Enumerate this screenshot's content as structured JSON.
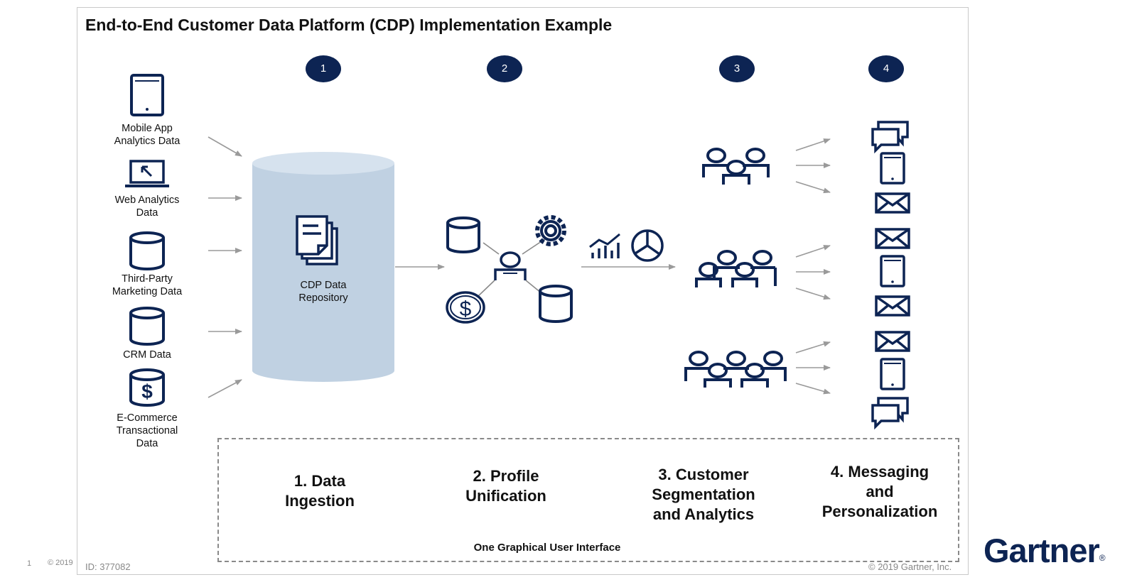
{
  "title": "End-to-End Customer Data Platform (CDP) Implementation Example",
  "steps": [
    "1",
    "2",
    "3",
    "4"
  ],
  "sources": [
    {
      "line1": "Mobile App",
      "line2": "Analytics Data",
      "line3": "",
      "icon": "tablet-icon"
    },
    {
      "line1": "Web Analytics",
      "line2": "Data",
      "line3": "",
      "icon": "laptop-icon"
    },
    {
      "line1": "Third-Party",
      "line2": "Marketing Data",
      "line3": "",
      "icon": "database-icon"
    },
    {
      "line1": "CRM Data",
      "line2": "",
      "line3": "",
      "icon": "database-icon"
    },
    {
      "line1": "E-Commerce",
      "line2": "Transactional",
      "line3": "Data",
      "icon": "dollar-database-icon"
    }
  ],
  "repository": {
    "line1": "CDP Data",
    "line2": "Repository"
  },
  "phases": [
    {
      "line1": "1. Data",
      "line2": "Ingestion",
      "line3": ""
    },
    {
      "line1": "2. Profile",
      "line2": "Unification",
      "line3": ""
    },
    {
      "line1": "3. Customer",
      "line2": "Segmentation",
      "line3": "and Analytics"
    },
    {
      "line1": "4. Messaging",
      "line2": "and",
      "line3": "Personalization"
    }
  ],
  "gui_label": "One Graphical User Interface",
  "footer": {
    "page_number": "1",
    "copyright_left": "© 2019",
    "id": "ID: 377082",
    "copyright_right": "© 2019 Gartner, Inc."
  },
  "brand": {
    "name": "Gartner",
    "mark": "®"
  },
  "colors": {
    "navy": "#0d2453",
    "repo_fill": "#c0d1e2",
    "repo_top": "#d6e2ee",
    "arrow": "#9a9a9a"
  }
}
